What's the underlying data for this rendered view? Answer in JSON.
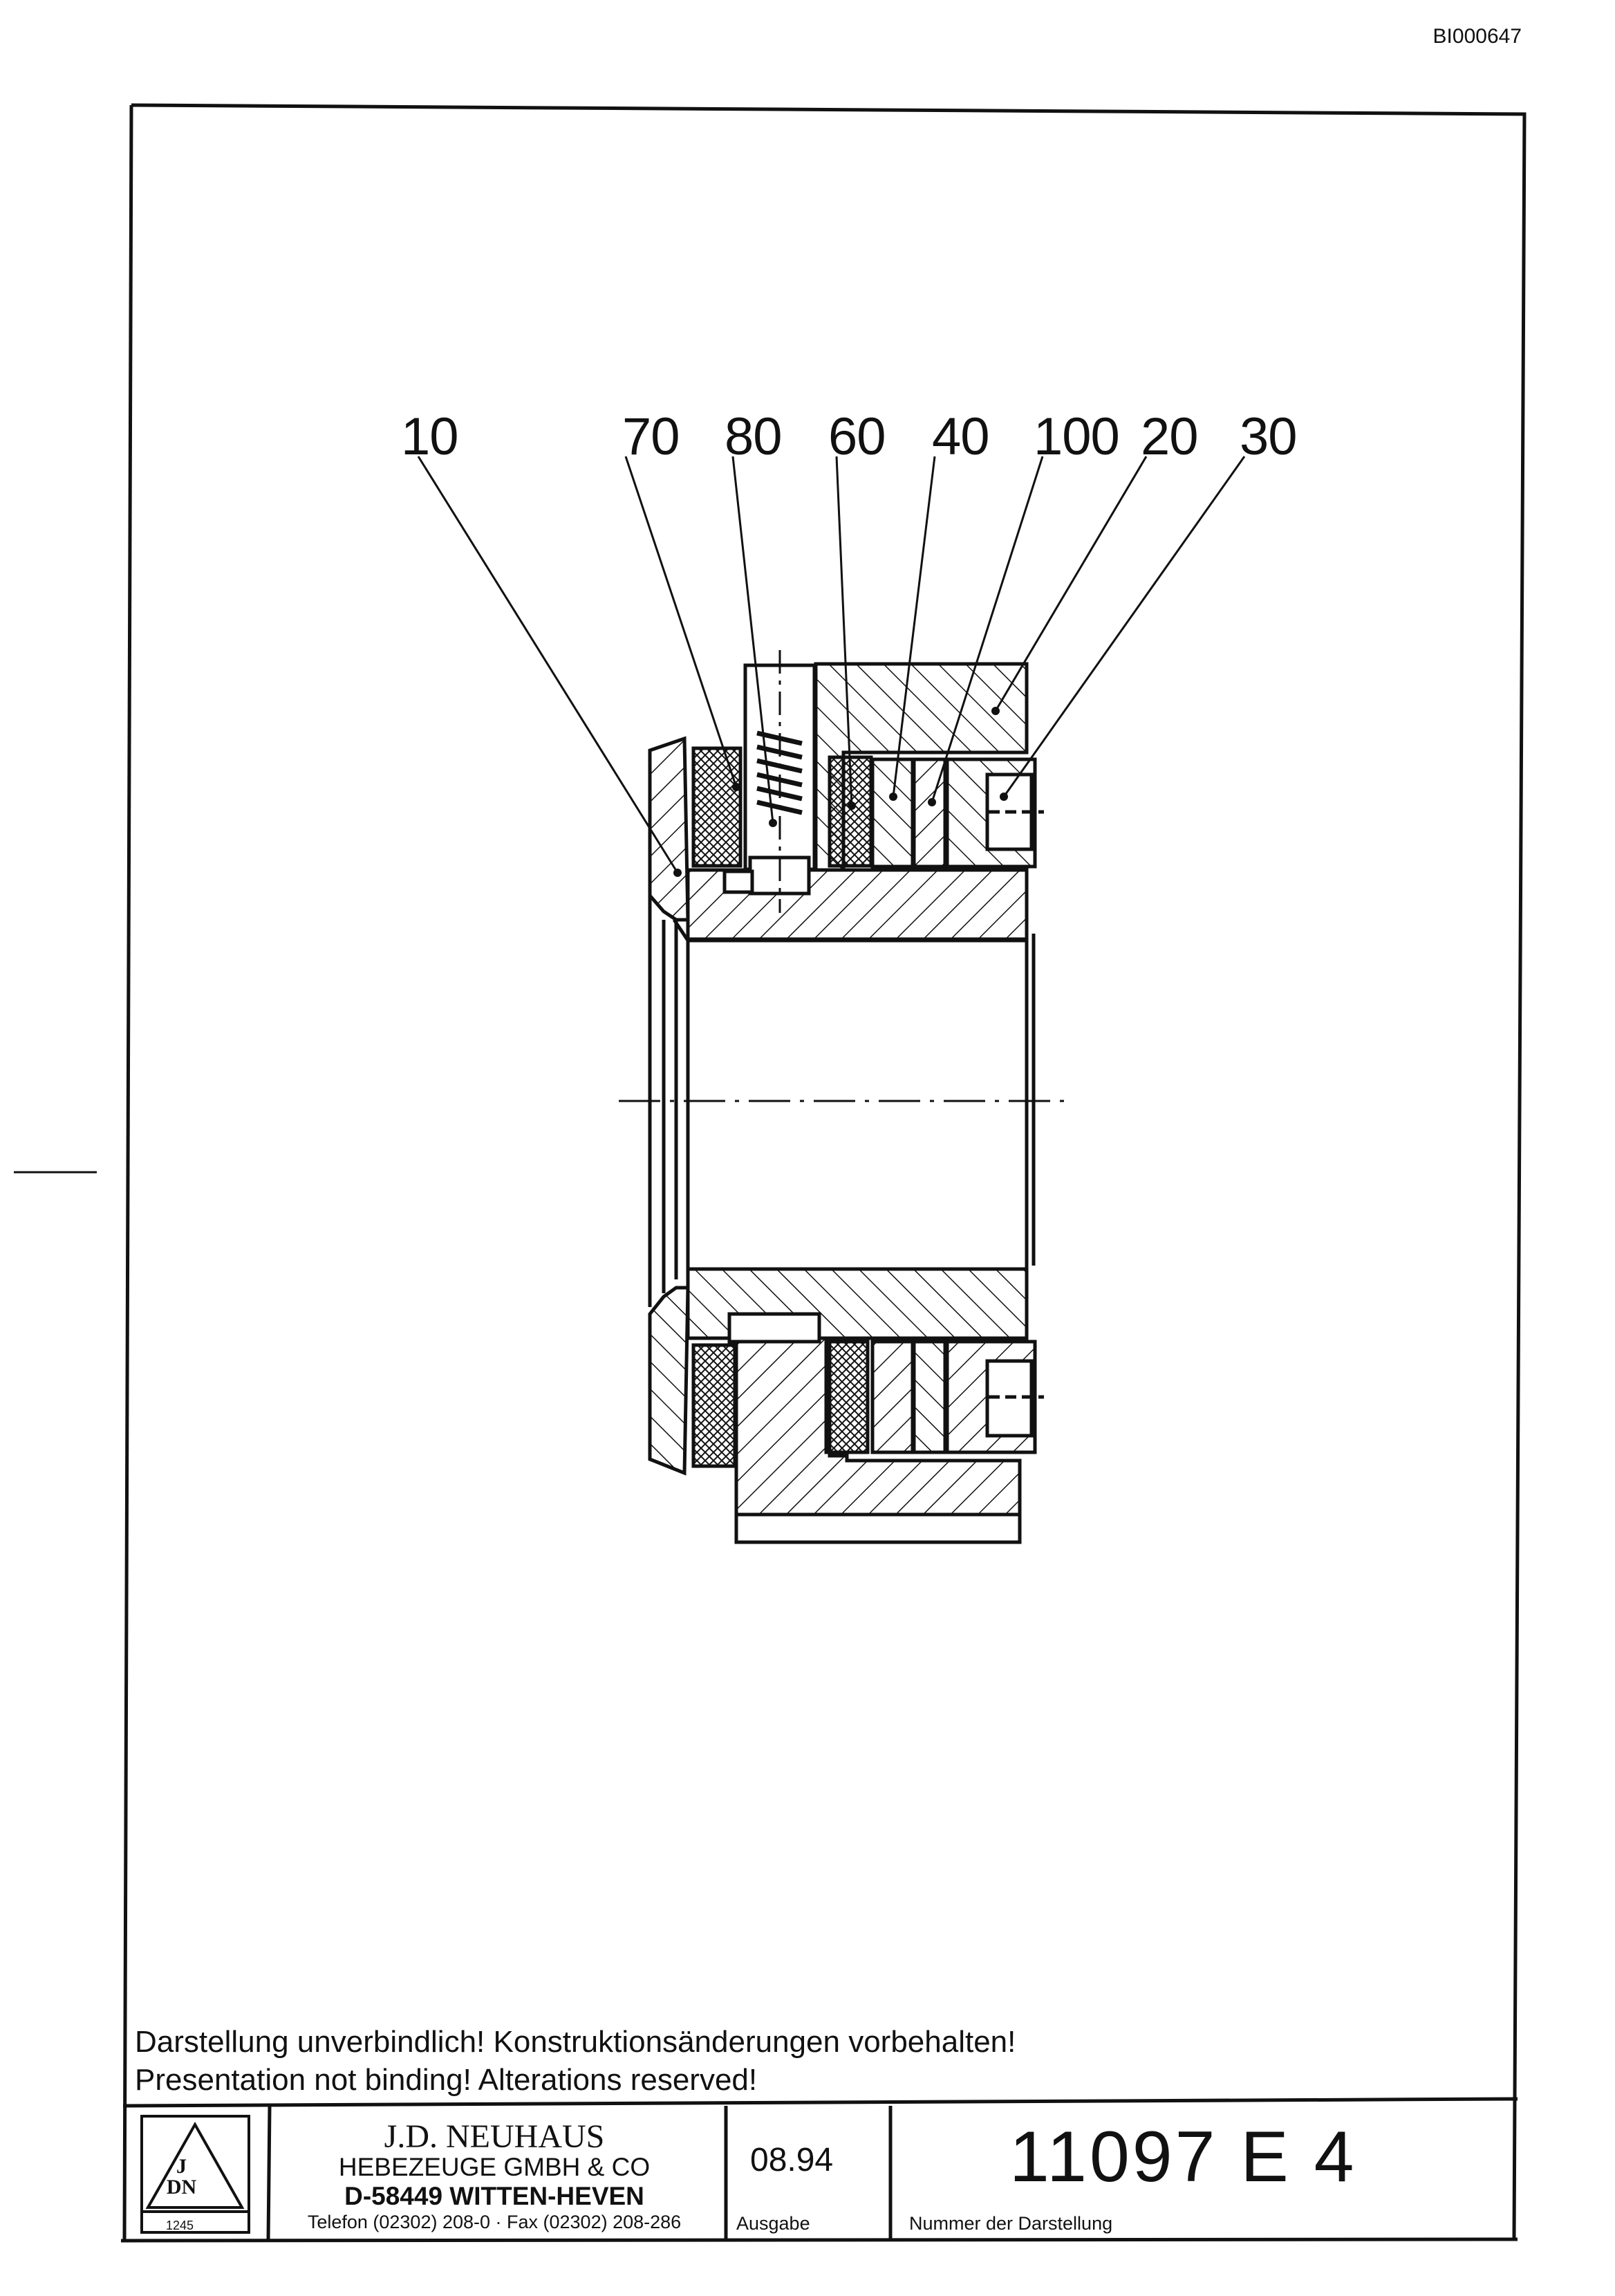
{
  "document_id": "BI000647",
  "callouts": [
    "10",
    "70",
    "80",
    "60",
    "40",
    "100",
    "20",
    "30"
  ],
  "disclaimer": {
    "german": "Darstellung unverbindlich! Konstruktionsänderungen vorbehalten!",
    "english": "Presentation not binding! Alterations reserved!"
  },
  "title_block": {
    "logo_text": "J\nDN",
    "logo_year": "1245",
    "company_name": "J.D. NEUHAUS",
    "company_sub": "HEBEZEUGE GMBH & CO",
    "address": "D-58449 WITTEN-HEVEN",
    "phone": "Telefon (02302) 208-0 · Fax (02302) 208-286",
    "date": "08.94",
    "date_label": "Ausgabe",
    "drawing_number": "11097 E 4",
    "number_label": "Nummer der Darstellung"
  }
}
